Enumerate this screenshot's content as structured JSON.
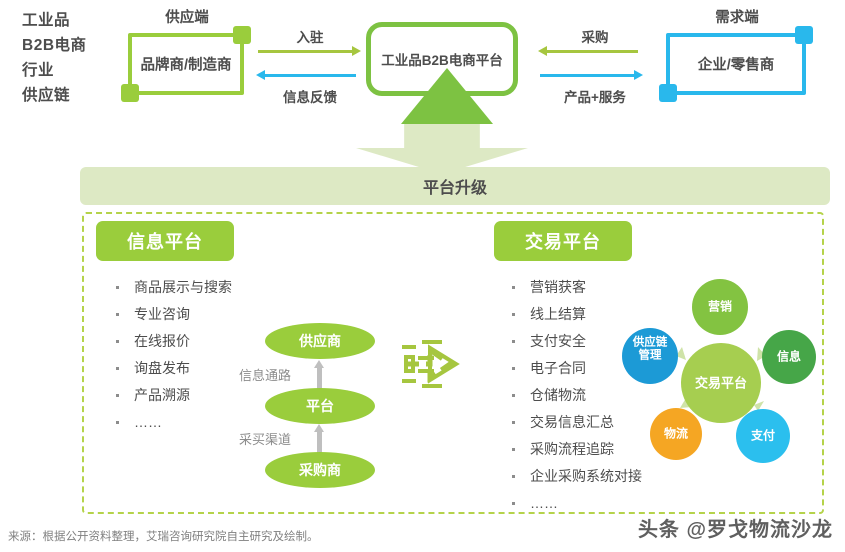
{
  "title_lines": [
    "工业品",
    "B2B电商",
    "行业",
    "供应链"
  ],
  "supply": {
    "caption": "供应端",
    "label": "品牌商/制造商",
    "color": "#9ACD3C"
  },
  "demand": {
    "caption": "需求端",
    "label": "企业/零售商",
    "color": "#29B8EC"
  },
  "platform_box": {
    "label": "工业品B2B电商平台",
    "color": "#7DC242"
  },
  "flows": {
    "left_forward": "入驻",
    "left_back": "信息反馈",
    "right_back": "采购",
    "right_forward": "产品+服务"
  },
  "banner": {
    "label": "平台升级",
    "color": "#DDE9C4"
  },
  "info_platform": {
    "header": "信息平台",
    "bullets": [
      "商品展示与搜索",
      "专业咨询",
      "在线报价",
      "询盘发布",
      "产品溯源",
      "……"
    ],
    "stack": {
      "nodes": [
        "供应商",
        "平台",
        "采购商"
      ],
      "links": [
        "信息通路",
        "采买渠道"
      ]
    }
  },
  "trade_platform": {
    "header": "交易平台",
    "bullets": [
      "营销获客",
      "线上结算",
      "支付安全",
      "电子合同",
      "仓储物流",
      "交易信息汇总",
      "采购流程追踪",
      "企业采购系统对接",
      "……"
    ],
    "cluster": {
      "center": {
        "label": "交易平台",
        "color": "#A6CE50"
      },
      "nodes": [
        {
          "label": "营销",
          "color": "#83C341"
        },
        {
          "label": "信息",
          "color": "#46A648"
        },
        {
          "label": "支付",
          "color": "#2BBFEE"
        },
        {
          "label": "物流",
          "color": "#F5A623"
        },
        {
          "label": "供应链\n管理",
          "line1": "供应链",
          "line2": "管理",
          "color": "#1C9AD6"
        }
      ]
    }
  },
  "footer": {
    "source": "来源：根据公开资料整理，艾瑞咨询研究院自主研究及绘制。",
    "watermark": "头条 @罗戈物流沙龙"
  }
}
